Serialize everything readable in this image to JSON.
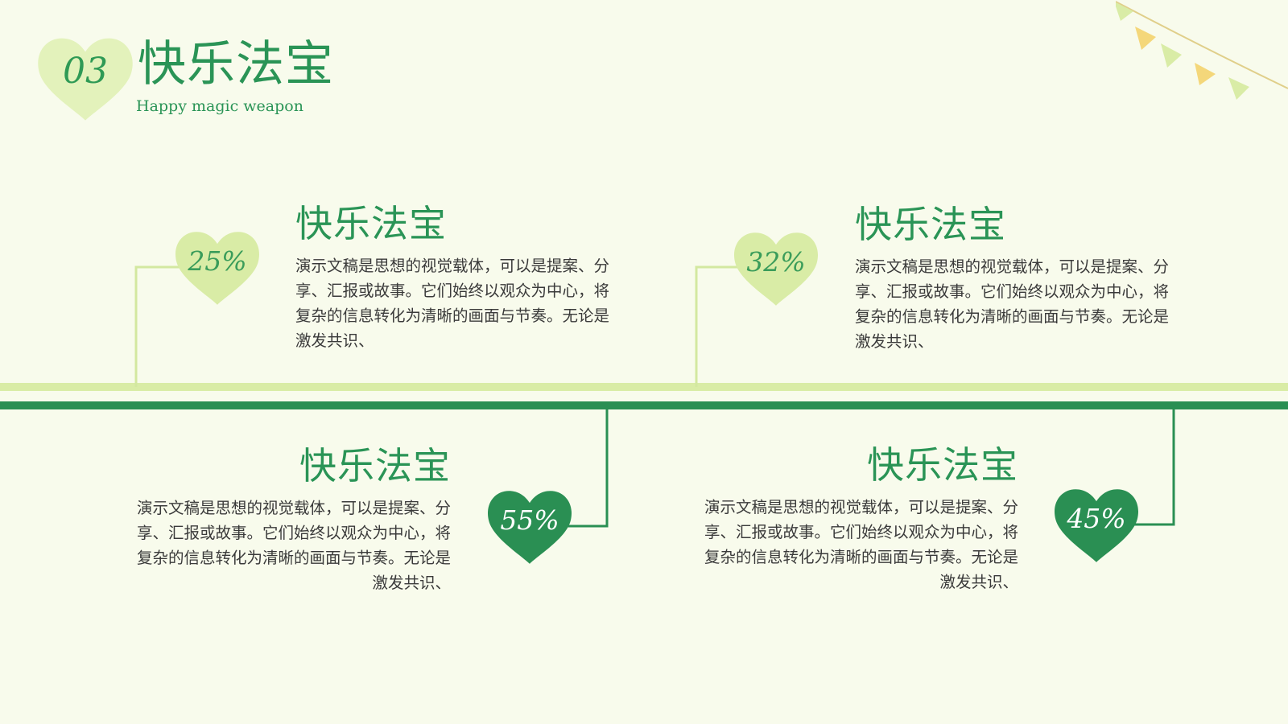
{
  "header": {
    "number": "03",
    "title": "快乐法宝",
    "subtitle": "Happy magic weapon"
  },
  "cards": [
    {
      "percent": "25%",
      "value": 25,
      "title": "快乐法宝",
      "body": "演示文稿是思想的视觉载体，可以是提案、分享、汇报或故事。它们始终以观众为中心，将复杂的信息转化为清晰的画面与节奏。无论是激发共识、"
    },
    {
      "percent": "32%",
      "value": 32,
      "title": "快乐法宝",
      "body": "演示文稿是思想的视觉载体，可以是提案、分享、汇报或故事。它们始终以观众为中心，将复杂的信息转化为清晰的画面与节奏。无论是激发共识、"
    },
    {
      "percent": "55%",
      "value": 55,
      "title": "快乐法宝",
      "body": "演示文稿是思想的视觉载体，可以是提案、分享、汇报或故事。它们始终以观众为中心，将复杂的信息转化为清晰的画面与节奏。无论是激发共识、"
    },
    {
      "percent": "45%",
      "value": 45,
      "title": "快乐法宝",
      "body": "演示文稿是思想的视觉载体，可以是提案、分享、汇报或故事。它们始终以观众为中心，将复杂的信息转化为清晰的画面与节奏。无论是激发共识、"
    }
  ],
  "colors": {
    "background": "#f8fbec",
    "dark_green": "#2a8f53",
    "light_green": "#d9eca6",
    "title_green": "#2a9456",
    "flag_yellow": "#f4d77a"
  }
}
